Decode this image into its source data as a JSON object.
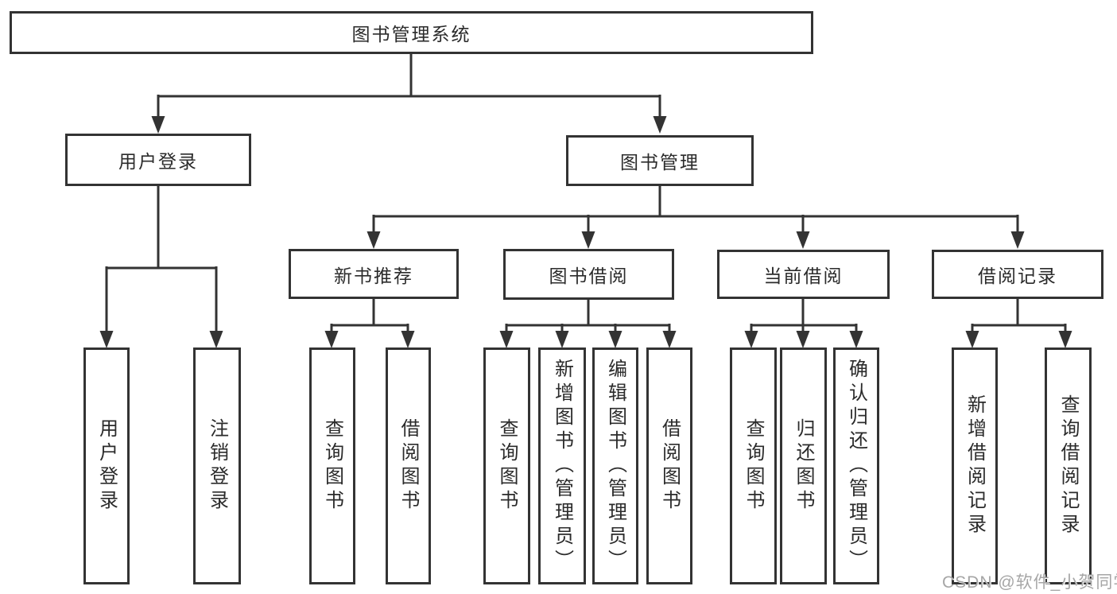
{
  "diagram": {
    "root": {
      "label": "图书管理系统"
    },
    "level2": [
      {
        "label": "用户登录",
        "children": [
          {
            "label": "用户登录"
          },
          {
            "label": "注销登录"
          }
        ]
      },
      {
        "label": "图书管理",
        "children": [
          {
            "label": "新书推荐",
            "children": [
              {
                "label": "查询图书"
              },
              {
                "label": "借阅图书"
              }
            ]
          },
          {
            "label": "图书借阅",
            "children": [
              {
                "label": "查询图书"
              },
              {
                "label": "新增图书（管理员）"
              },
              {
                "label": "编辑图书（管理员）"
              },
              {
                "label": "借阅图书"
              }
            ]
          },
          {
            "label": "当前借阅",
            "children": [
              {
                "label": "查询图书"
              },
              {
                "label": "归还图书"
              },
              {
                "label": "确认归还（管理员）"
              }
            ]
          },
          {
            "label": "借阅记录",
            "children": [
              {
                "label": "新增借阅记录"
              },
              {
                "label": "查询借阅记录"
              }
            ]
          }
        ]
      }
    ]
  },
  "watermark": {
    "text": "CSDN @软件_小贺同学"
  },
  "colors": {
    "line": "#333333",
    "text": "#2b2b2b",
    "watermark": "#a6a6a6",
    "background": "#ffffff"
  }
}
